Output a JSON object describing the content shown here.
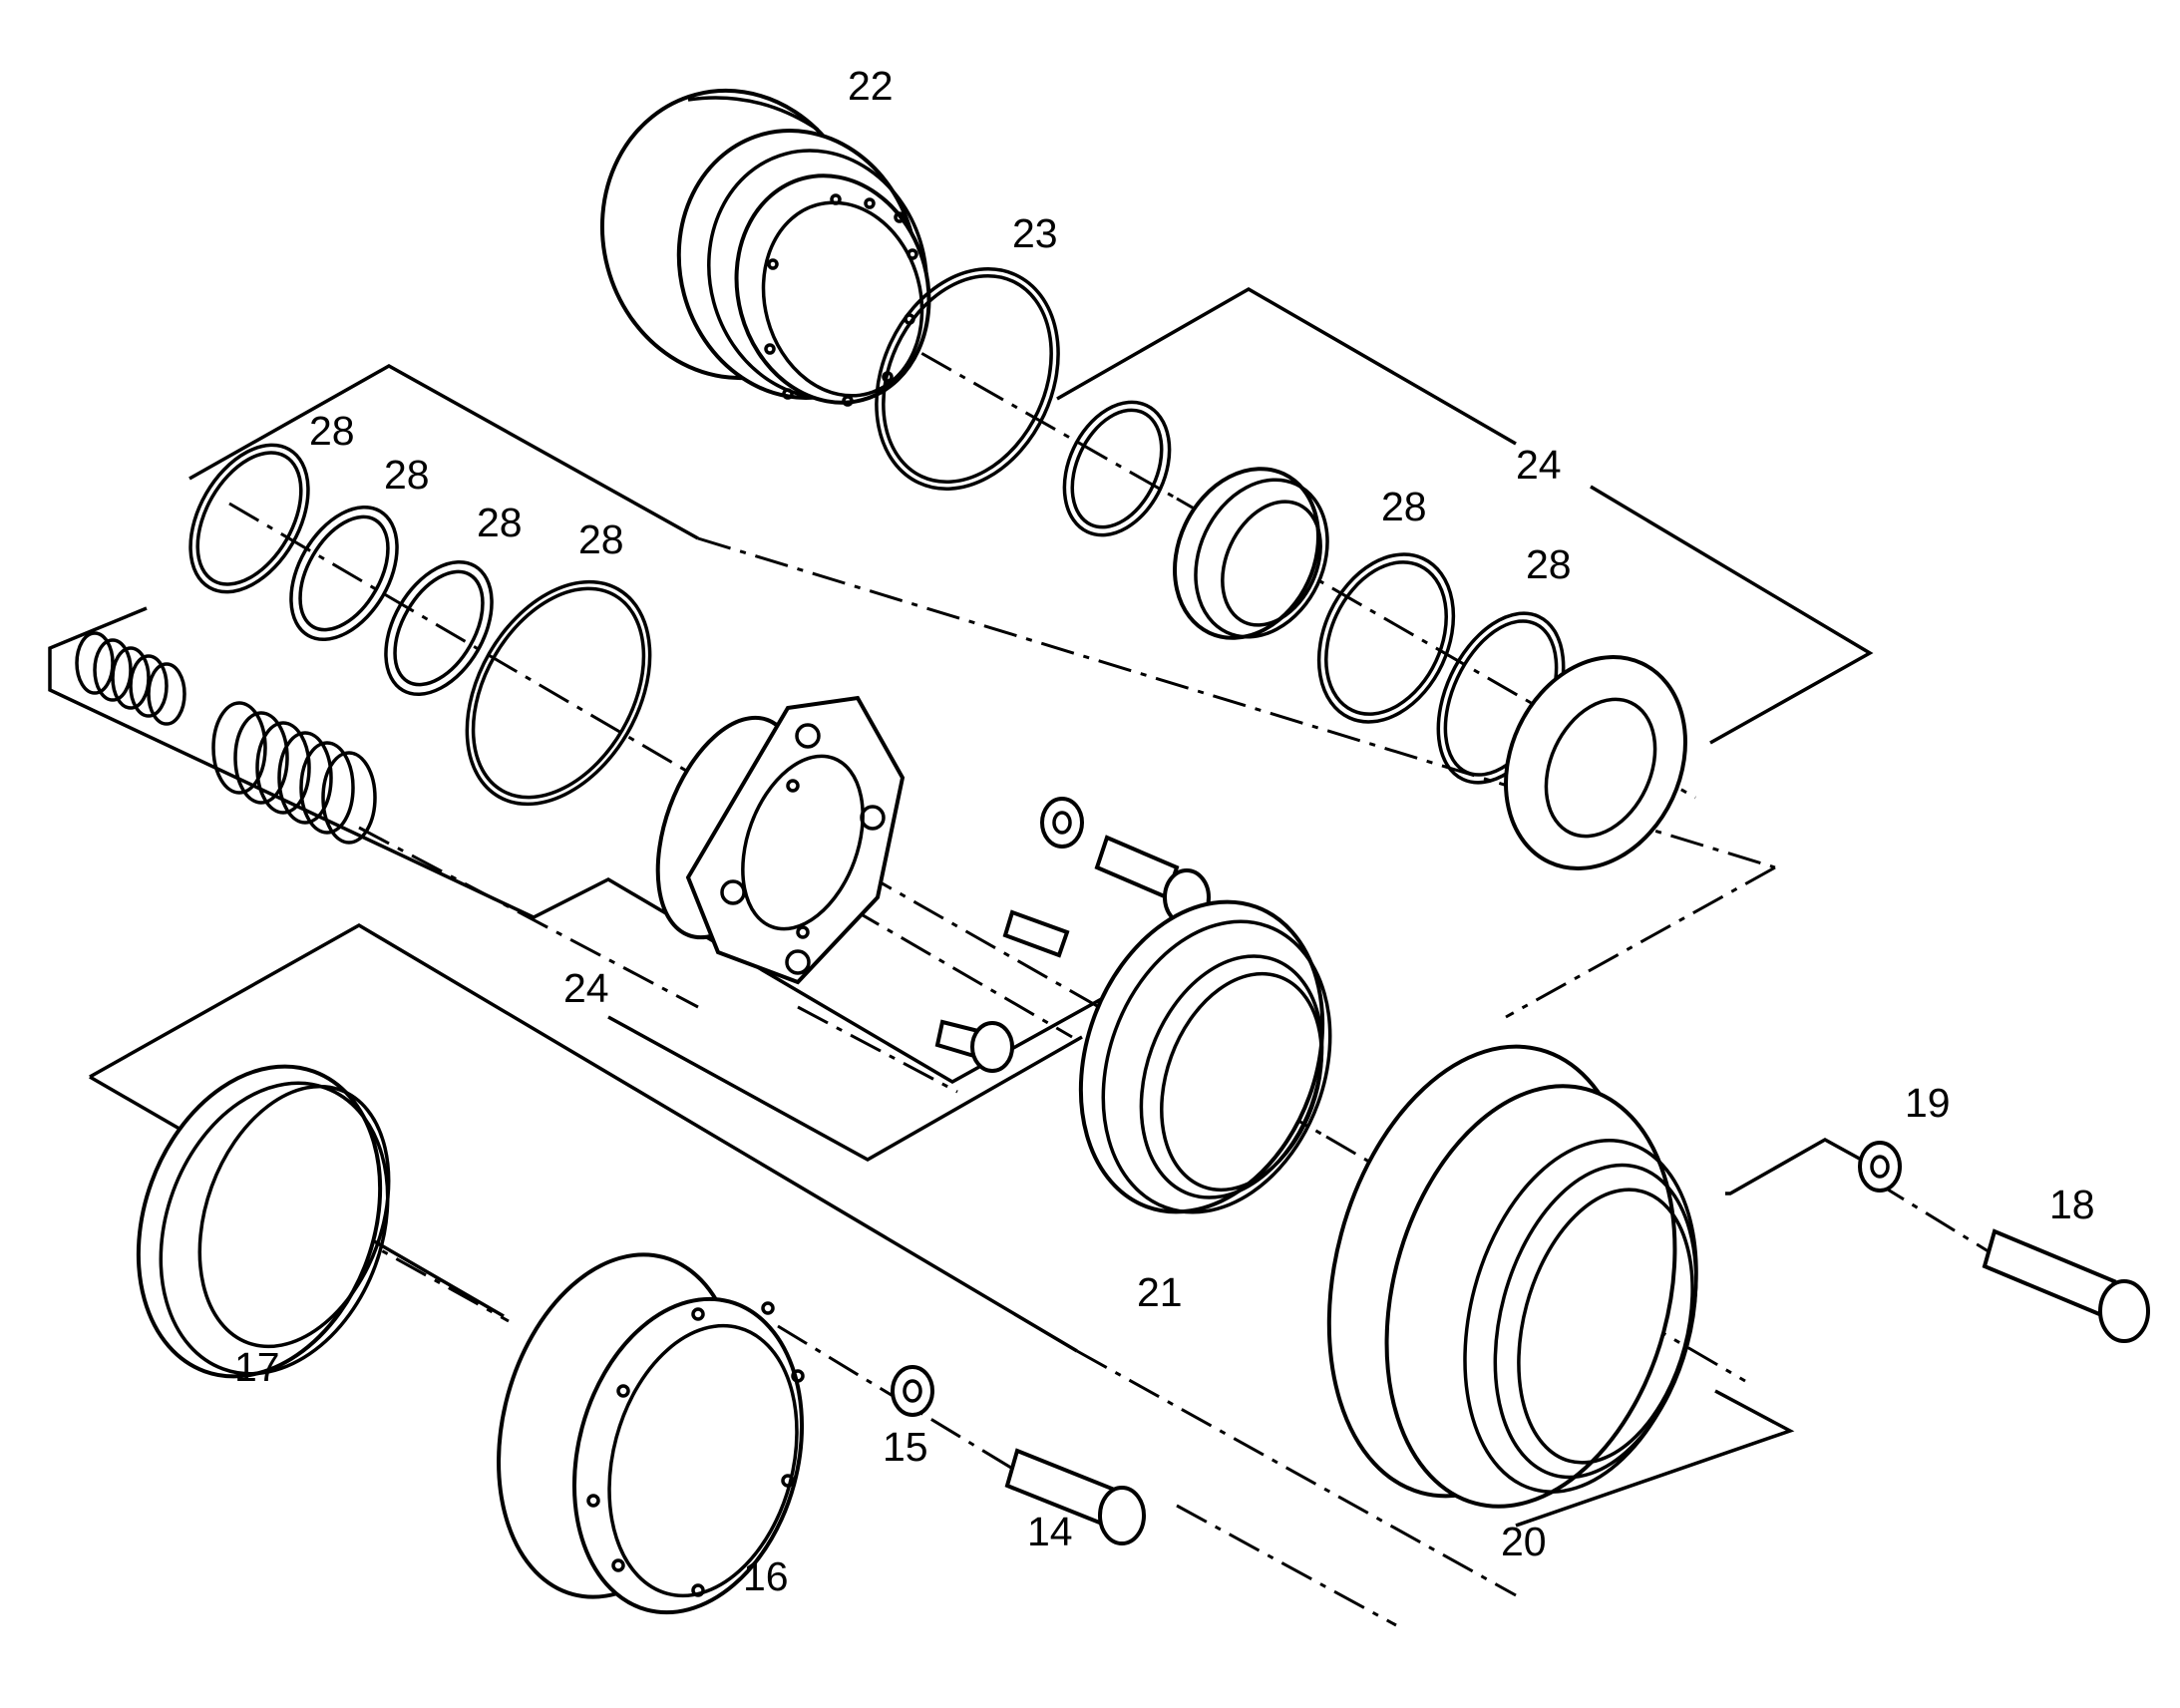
{
  "labels": {
    "p14": "14",
    "p15": "15",
    "p16": "16",
    "p17": "17",
    "p18": "18",
    "p19": "19",
    "p20": "20",
    "p21": "21",
    "p22": "22",
    "p23": "23",
    "p24_top": "24",
    "p24_mid": "24",
    "p28_a": "28",
    "p28_b": "28",
    "p28_c": "28",
    "p28_d": "28",
    "p28_e": "28",
    "p28_f": "28"
  }
}
